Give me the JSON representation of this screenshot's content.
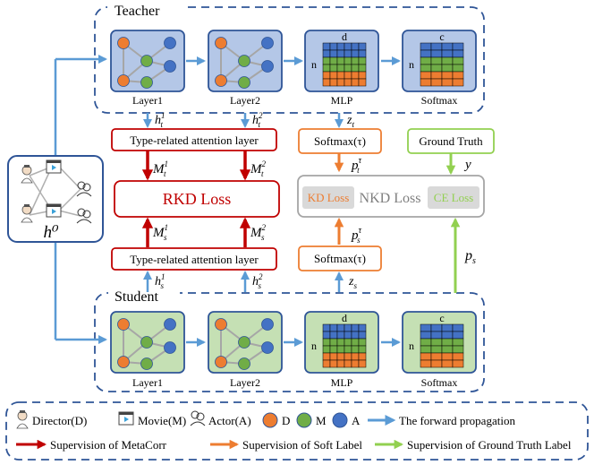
{
  "teacher": {
    "title": "Teacher",
    "layer1": "Layer1",
    "layer2": "Layer2",
    "mlp": "MLP",
    "softmax": "Softmax",
    "mlp_col": "d",
    "mlp_row": "n",
    "softmax_col": "c",
    "softmax_row": "n"
  },
  "student": {
    "title": "Student",
    "layer1": "Layer1",
    "layer2": "Layer2",
    "mlp": "MLP",
    "softmax": "Softmax",
    "mlp_col": "d",
    "mlp_row": "n",
    "softmax_col": "c",
    "softmax_row": "n"
  },
  "input": {
    "label": "h⁰"
  },
  "middle": {
    "att_top": "Type-related attention layer",
    "att_bottom": "Type-related attention layer",
    "rkd": "RKD Loss",
    "softmax_tau_top": "Softmax(τ)",
    "softmax_tau_bottom": "Softmax(τ)",
    "ground_truth": "Ground Truth",
    "kd": "KD Loss",
    "nkd": "NKD Loss",
    "ce": "CE Loss"
  },
  "symbols": {
    "h_t1": "h",
    "h_t1_sup": "1",
    "h_t1_sub": "t",
    "h_t2": "h",
    "h_t2_sup": "2",
    "h_t2_sub": "t",
    "z_t": "z",
    "z_t_sub": "t",
    "M_t1": "M",
    "M_t1_sup": "1",
    "M_t1_sub": "t",
    "M_t2": "M",
    "M_t2_sup": "2",
    "M_t2_sub": "t",
    "p_t": "p",
    "p_t_sup": "τ",
    "p_t_sub": "t",
    "y": "y",
    "M_s1": "M",
    "M_s1_sup": "1",
    "M_s1_sub": "s",
    "M_s2": "M",
    "M_s2_sup": "2",
    "M_s2_sub": "s",
    "p_s_tau": "p",
    "p_s_tau_sup": "τ",
    "p_s_tau_sub": "s",
    "p_s": "p",
    "p_s_sub": "s",
    "h_s1": "h",
    "h_s1_sup": "1",
    "h_s1_sub": "s",
    "h_s2": "h",
    "h_s2_sup": "2",
    "h_s2_sub": "s",
    "z_s": "z",
    "z_s_sub": "s"
  },
  "legend": {
    "director": "Director(D)",
    "movie": "Movie(M)",
    "actor": "Actor(A)",
    "d": "D",
    "m": "M",
    "a": "A",
    "forward": "The forward propagation",
    "metacorr": "Supervision of MetaCorr",
    "soft_label": "Supervision of Soft Label",
    "gt_label": "Supervision of Ground Truth Label"
  },
  "colors": {
    "blue": "#5b9bd5",
    "dark_blue": "#2f5597",
    "dark_red": "#c00000",
    "orange": "#ed7d31",
    "green": "#92d050",
    "teacher_fill": "#b4c7e7",
    "student_fill": "#c5e0b4",
    "node_orange": "#ed7d31",
    "node_green": "#70ad47",
    "node_blue": "#4472c4"
  }
}
